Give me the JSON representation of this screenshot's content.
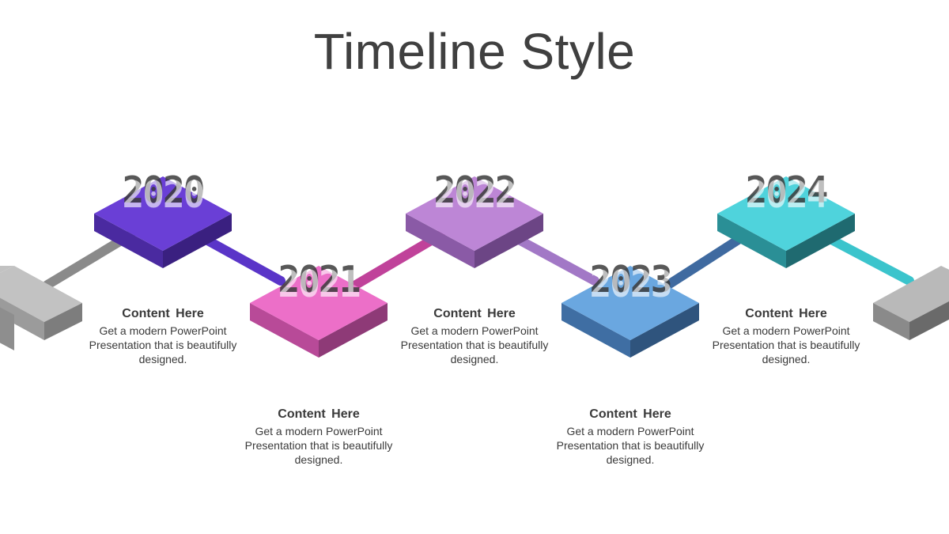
{
  "title": "Timeline Style",
  "milestones": [
    {
      "year": "2020",
      "color_top": "#6a3fd6",
      "color_side": "#4a2aa0",
      "color_face": "#3a2080",
      "caption_title": "Content  Here",
      "caption_body": "Get a modern PowerPoint Presentation that is beautifully designed."
    },
    {
      "year": "2021",
      "color_top": "#ec6fc8",
      "color_side": "#b84a98",
      "color_face": "#8e3a77",
      "caption_title": "Content  Here",
      "caption_body": "Get a modern PowerPoint Presentation that is beautifully designed."
    },
    {
      "year": "2022",
      "color_top": "#bd86d6",
      "color_side": "#8a5aa6",
      "color_face": "#6c4585",
      "caption_title": "Content  Here",
      "caption_body": "Get a modern PowerPoint Presentation that is beautifully designed."
    },
    {
      "year": "2023",
      "color_top": "#6aa7e0",
      "color_side": "#3f6ea3",
      "color_face": "#2f547d",
      "caption_title": "Content  Here",
      "caption_body": "Get a modern PowerPoint Presentation that is beautifully designed."
    },
    {
      "year": "2024",
      "color_top": "#4fd3dc",
      "color_side": "#2a8f96",
      "color_face": "#1f6a70",
      "caption_title": "Content  Here",
      "caption_body": "Get a modern PowerPoint Presentation that is beautifully designed."
    }
  ],
  "end_block_color": "#b9b9b9"
}
